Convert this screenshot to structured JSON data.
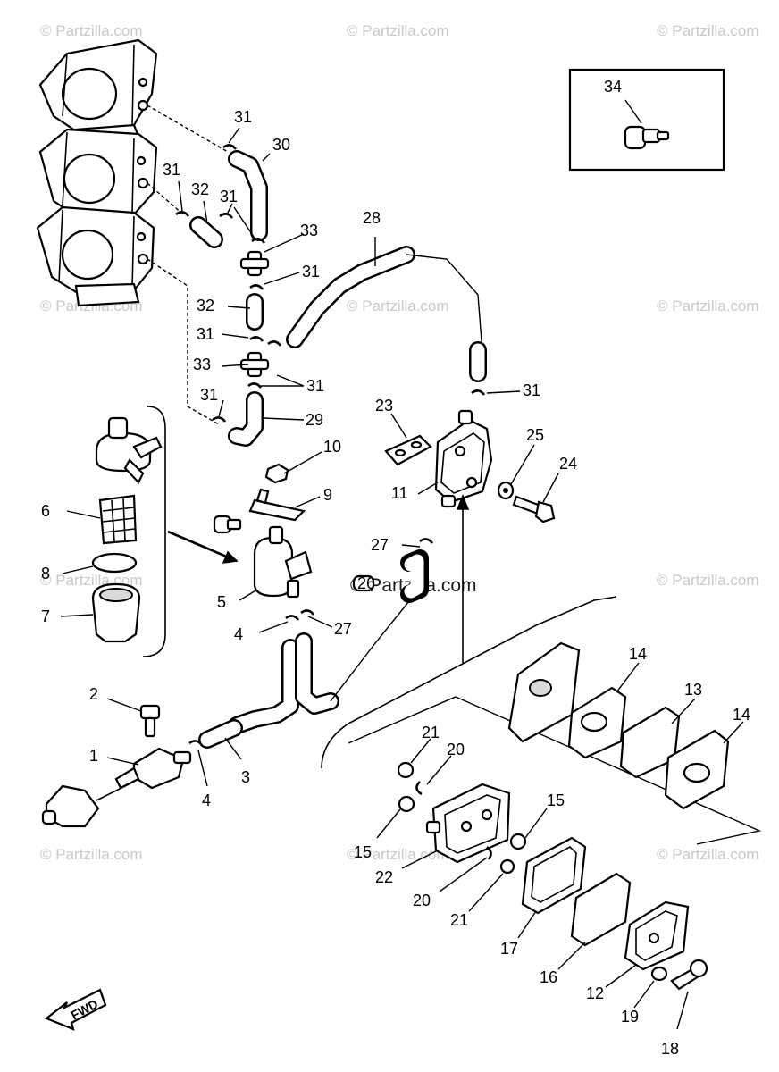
{
  "watermark": "© Partzilla.com",
  "watermark_center": "© Partzilla.com",
  "fwd_label": "FWD",
  "colors": {
    "ink": "#000000",
    "paper": "#ffffff",
    "watermark": "#c9c9c9"
  },
  "callouts": {
    "c1": "1",
    "c2": "2",
    "c3": "3",
    "c4a": "4",
    "c4b": "4",
    "c5": "5",
    "c6": "6",
    "c7": "7",
    "c8": "8",
    "c9": "9",
    "c10": "10",
    "c11": "11",
    "c12": "12",
    "c13": "13",
    "c14a": "14",
    "c14b": "14",
    "c15a": "15",
    "c15b": "15",
    "c16": "16",
    "c17": "17",
    "c18": "18",
    "c19": "19",
    "c20a": "20",
    "c20b": "20",
    "c21a": "21",
    "c21b": "21",
    "c22": "22",
    "c23": "23",
    "c24": "24",
    "c25": "25",
    "c26": "26",
    "c27a": "27",
    "c27b": "27",
    "c28": "28",
    "c29": "29",
    "c30": "30",
    "c31a": "31",
    "c31b": "31",
    "c31c": "31",
    "c31d": "31",
    "c31e": "31",
    "c31f": "31",
    "c31g": "31",
    "c31h": "31",
    "c32a": "32",
    "c32b": "32",
    "c33a": "33",
    "c33b": "33",
    "c34": "34"
  }
}
